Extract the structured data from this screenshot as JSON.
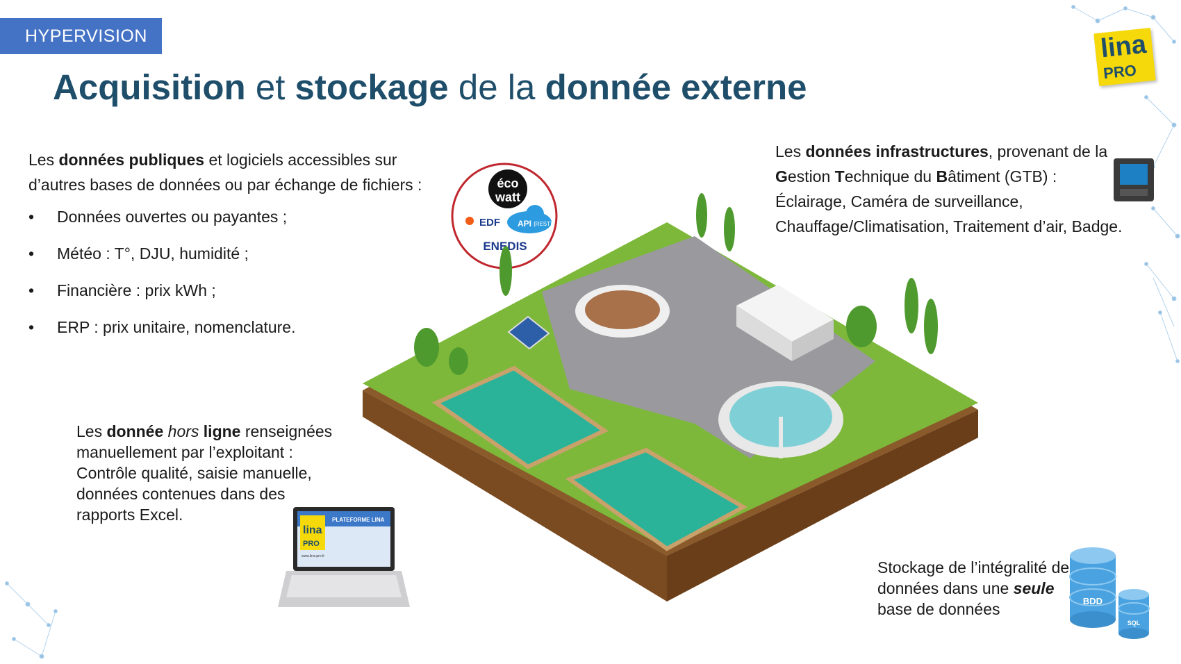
{
  "header": {
    "tag": "HYPERVISION",
    "title_part1": "Acquisition",
    "title_part2": " et ",
    "title_part3": "stockage",
    "title_part4": " de la ",
    "title_part5": "donnée externe"
  },
  "logo": {
    "line1": "lina",
    "line2": "PRO"
  },
  "public_data": {
    "intro_part1": "Les ",
    "intro_bold": "données publiques",
    "intro_part2": " et logiciels accessibles sur d’autres bases de données ou par échange de fichiers :",
    "bullet": "•",
    "items": [
      "Données ouvertes ou payantes ;",
      "Météo : T°, DJU, humidité ;",
      "Financière : prix kWh ;",
      "ERP : prix unitaire, nomenclature."
    ]
  },
  "infra_data": {
    "part1": "Les ",
    "bold": "données infrastructures",
    "part2": ", provenant de la",
    "g": "G",
    "gestion": "estion ",
    "t": "T",
    "technique": "echnique du ",
    "b": "B",
    "batiment": "âtiment (GTB) :",
    "line3": "Éclairage, Caméra de surveillance,",
    "line4": "Chauffage/Climatisation, Traitement d’air, Badge."
  },
  "offline_data": {
    "part1": "Les ",
    "bold1": "donnée",
    "space": " ",
    "italic": "hors",
    "bold2": " ligne",
    "part2": " renseignées manuellement par l’exploitant : Contrôle qualité, saisie manuelle, données contenues dans des rapports Excel."
  },
  "storage": {
    "part1": "Stockage de l’intégralité des données dans une ",
    "bold_italic": "seule",
    "part2": " base de données"
  },
  "sources_badge": {
    "eco": "éco",
    "watt": "watt",
    "edf": "EDF",
    "api": "API",
    "rest": "{REST}",
    "enedis": "ENEDIS"
  },
  "laptop": {
    "logo1": "lina",
    "logo2": "PRO",
    "banner": "PLATEFORME LINA",
    "url": "www.lina-pro.fr"
  },
  "database": {
    "big": "BDD",
    "small": "SQL"
  },
  "colors": {
    "tag_bg": "#4472c4",
    "title": "#1f4e6b",
    "logo_bg": "#f5d90a",
    "grass": "#7db83a",
    "water": "#2bb39a"
  }
}
